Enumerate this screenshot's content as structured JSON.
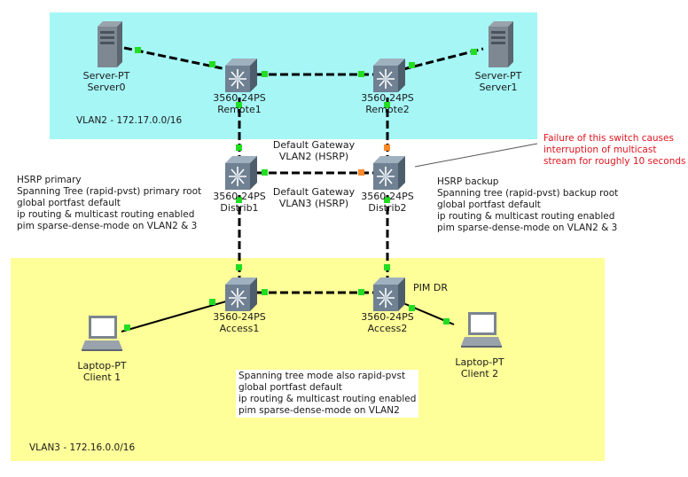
{
  "colors": {
    "vlan2_zone": "#a6f6f6",
    "vlan3_zone": "#ffff99",
    "link": "#000000",
    "port_up": "#22dd22",
    "port_blocking": "#ff8a2a",
    "note_red": "#e0141e"
  },
  "zones": {
    "vlan2": "VLAN2 - 172.17.0.0/16",
    "vlan3": "VLAN3 - 172.16.0.0/16"
  },
  "devices": {
    "server0": {
      "model": "Server-PT",
      "name": "Server0",
      "icon": "server-icon"
    },
    "server1": {
      "model": "Server-PT",
      "name": "Server1",
      "icon": "server-icon"
    },
    "remote1": {
      "model": "3560-24PS",
      "name": "Remote1",
      "icon": "multilayer-switch-icon"
    },
    "remote2": {
      "model": "3560-24PS",
      "name": "Remote2",
      "icon": "multilayer-switch-icon"
    },
    "distrib1": {
      "model": "3560-24PS",
      "name": "Distrib1",
      "icon": "multilayer-switch-icon"
    },
    "distrib2": {
      "model": "3560-24PS",
      "name": "Distrib2",
      "icon": "multilayer-switch-icon"
    },
    "access1": {
      "model": "3560-24PS",
      "name": "Access1",
      "icon": "multilayer-switch-icon"
    },
    "access2": {
      "model": "3560-24PS",
      "name": "Access2",
      "icon": "multilayer-switch-icon"
    },
    "client1": {
      "model": "Laptop-PT",
      "name": "Client 1",
      "icon": "laptop-icon"
    },
    "client2": {
      "model": "Laptop-PT",
      "name": "Client 2",
      "icon": "laptop-icon"
    }
  },
  "labels": {
    "gateway_vlan2": [
      "Default Gateway",
      "VLAN2 (HSRP)"
    ],
    "gateway_vlan3": [
      "Default Gateway",
      "VLAN3 (HSRP)"
    ],
    "pim_dr": "PIM DR"
  },
  "notes": {
    "distrib1": [
      "HSRP primary",
      "Spanning Tree (rapid-pvst) primary root",
      "global portfast default",
      "ip routing & multicast routing enabled",
      "pim sparse-dense-mode on VLAN2 & 3"
    ],
    "distrib2": [
      "HSRP backup",
      "Spanning tree (rapid-pvst) backup root",
      "global portfast default",
      "ip routing & multicast routing enabled",
      "pim sparse-dense-mode on VLAN2 & 3"
    ],
    "access": [
      "Spanning tree mode also rapid-pvst",
      "global portfast default",
      "ip routing & multicast routing enabled",
      "pim sparse-dense-mode on VLAN2"
    ],
    "failure": [
      "Failure of this switch causes",
      "interruption of multicast",
      "stream for roughly 10 seconds"
    ]
  }
}
